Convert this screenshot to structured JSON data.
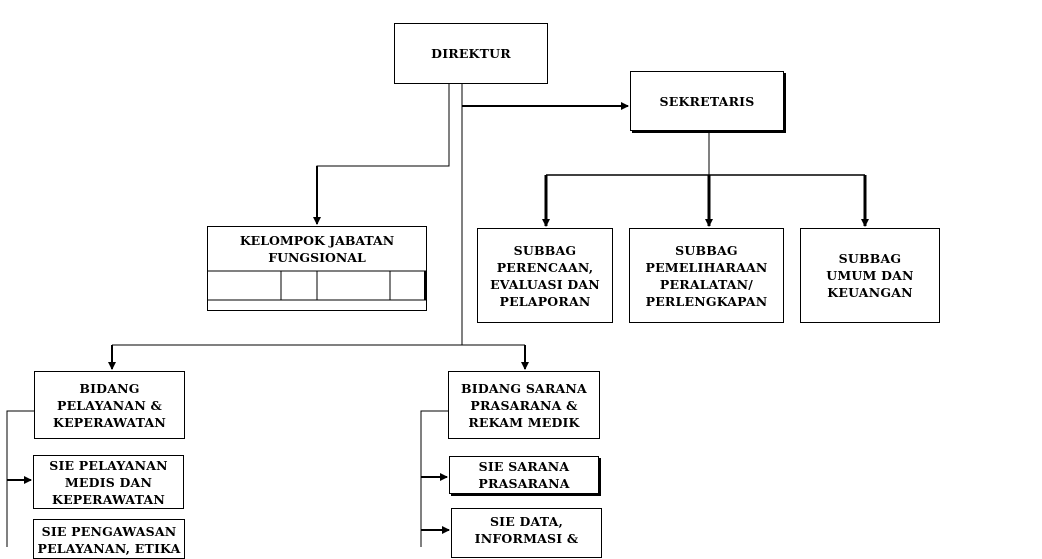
{
  "diagram": {
    "direktur": "DIREKTUR",
    "sekretaris": "SEKRETARIS",
    "kelompok_jabatan_fungsional": "KELOMPOK JABATAN\nFUNGSIONAL",
    "subbag_perencanaan": "SUBBAG\nPERENCAAN,\nEVALUASI DAN\nPELAPORAN",
    "subbag_pemeliharaan": "SUBBAG\nPEMELIHARAAN\nPERALATAN/\nPERLENGKAPAN",
    "subbag_umum": "SUBBAG\nUMUM DAN\nKEUANGAN",
    "bidang_pelayanan": "BIDANG\nPELAYANAN  &\nKEPERAWATAN",
    "bidang_sarana": "BIDANG SARANA\nPRASARANA &\nREKAM MEDIK",
    "sie_pelayanan_medis": "SIE PELAYANAN\nMEDIS DAN\nKEPERAWATAN",
    "sie_pengawasan": "SIE PENGAWASAN\nPELAYANAN, ETIKA",
    "sie_sarana_prasarana": "SIE SARANA\nPRASARANA",
    "sie_data_informasi": "SIE DATA,\nINFORMASI &"
  }
}
